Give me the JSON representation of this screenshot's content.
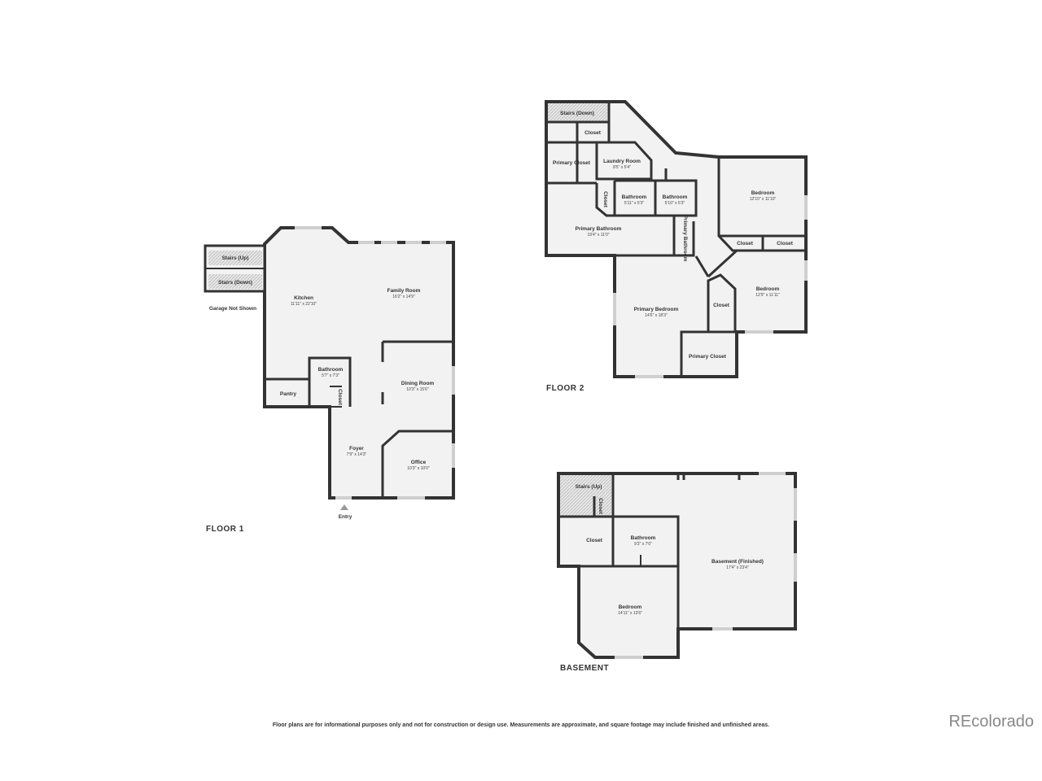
{
  "floors": {
    "floor1": "FLOOR 1",
    "floor2": "FLOOR 2",
    "basement": "BASEMENT"
  },
  "floor1": {
    "stairs_up": "Stairs (Up)",
    "stairs_down": "Stairs (Down)",
    "garage_note": "Garage Not Shown",
    "kitchen": {
      "label": "Kitchen",
      "dims": "11'11\" x 22'10\""
    },
    "family_room": {
      "label": "Family Room",
      "dims": "16'2\" x 14'9\""
    },
    "bathroom": {
      "label": "Bathroom",
      "dims": "5'7\" x 7'3\""
    },
    "pantry": "Pantry",
    "closet": "Closet",
    "dining_room": {
      "label": "Dining Room",
      "dims": "10'3\" x 15'6\""
    },
    "foyer": {
      "label": "Foyer",
      "dims": "7'9\" x 14'3\""
    },
    "office": {
      "label": "Office",
      "dims": "10'3\" x 10'0\""
    },
    "entry": "Entry"
  },
  "floor2": {
    "stairs_down": "Stairs (Down)",
    "closet_top": "Closet",
    "primary_closet_top": "Primary Closet",
    "laundry": {
      "label": "Laundry Room",
      "dims": "8'5\" x 5'4\""
    },
    "closet_vert": "Closet",
    "bathroom1": {
      "label": "Bathroom",
      "dims": "5'11\" x 5'3\""
    },
    "bathroom2": {
      "label": "Bathroom",
      "dims": "5'10\" x 5'3\""
    },
    "bedroom1": {
      "label": "Bedroom",
      "dims": "12'10\" x 11'10\""
    },
    "primary_bathroom": {
      "label": "Primary Bathroom",
      "dims": "19'4\" x 11'0\""
    },
    "primary_bathroom_small": "Primary Bathroom",
    "closet_a": "Closet",
    "closet_b": "Closet",
    "bedroom2": {
      "label": "Bedroom",
      "dims": "12'9\" x 11'11\""
    },
    "primary_bedroom": {
      "label": "Primary Bedroom",
      "dims": "14'6\" x 18'3\""
    },
    "closet_mid": "Closet",
    "primary_closet_bottom": "Primary Closet"
  },
  "basement": {
    "stairs_up": "Stairs (Up)",
    "closet_vert": "Closet",
    "closet": "Closet",
    "bathroom": {
      "label": "Bathroom",
      "dims": "9'3\" x 7'0\""
    },
    "basement_room": {
      "label": "Basement (Finished)",
      "dims": "17'4\" x 23'4\""
    },
    "bedroom": {
      "label": "Bedroom",
      "dims": "14'11\" x 13'6\""
    }
  },
  "disclaimer": "Floor plans are for informational purposes only and not for construction or design use. Measurements are approximate, and square footage may include finished and unfinished areas.",
  "brand": "REcolorado",
  "colors": {
    "wall": "#333333",
    "floor": "#f2f2f2",
    "window": "#cfcfcf"
  }
}
